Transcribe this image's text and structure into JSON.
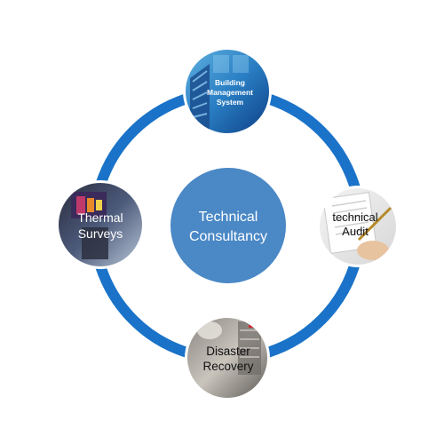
{
  "center": {
    "line1": "Technical",
    "line2": "Consultancy"
  },
  "nodes": {
    "building": {
      "line1": "Building",
      "line2": "Management",
      "line3": "System"
    },
    "audit": {
      "line1": "technical",
      "line2": "Audit"
    },
    "disaster": {
      "line1": "Disaster",
      "line2": "Recovery"
    },
    "thermal": {
      "line1": "Thermal",
      "line2": "Surveys"
    }
  },
  "colors": {
    "ring": "#1a73c8",
    "center_fill": "#4a88c6",
    "center_text": "#ffffff",
    "node_outline": "#ffffff"
  }
}
